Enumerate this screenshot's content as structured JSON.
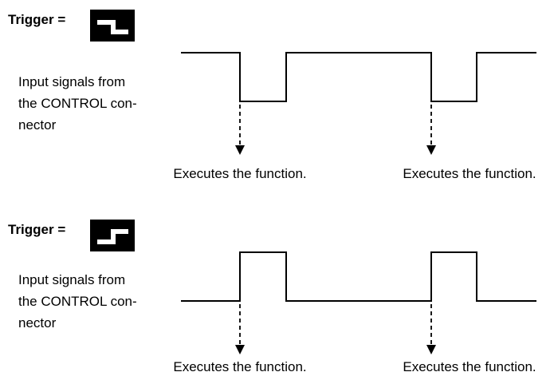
{
  "panels": [
    {
      "trigger_label": "Trigger =",
      "trigger_icon": "falling-edge-icon",
      "input_label_lines": [
        "Input signals from",
        "the CONTROL con-",
        "nector"
      ],
      "events": [
        {
          "label": "Executes the function."
        },
        {
          "label": "Executes the function."
        }
      ]
    },
    {
      "trigger_label": "Trigger =",
      "trigger_icon": "rising-edge-icon",
      "input_label_lines": [
        "Input signals from",
        "the CONTROL con-",
        "nector"
      ],
      "events": [
        {
          "label": "Executes the function."
        },
        {
          "label": "Executes the function."
        }
      ]
    }
  ]
}
